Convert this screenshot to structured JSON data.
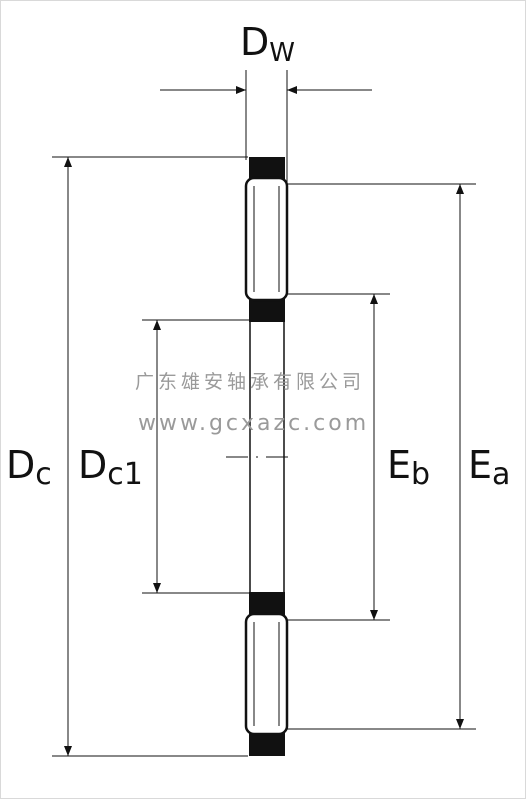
{
  "labels": {
    "dw_main": "D",
    "dw_sub": "W",
    "dc_main": "D",
    "dc_sub": "c",
    "dc1_main": "D",
    "dc1_sub": "c1",
    "eb_main": "E",
    "eb_sub": "b",
    "ea_main": "E",
    "ea_sub": "a"
  },
  "watermark": {
    "company": "广东雄安轴承有限公司",
    "url": "www.gcxazc.com"
  },
  "colors": {
    "line": "#111111",
    "roller_fill": "#ffffff",
    "cage_fill": "#111111",
    "watermark": "#9a9a9a"
  }
}
